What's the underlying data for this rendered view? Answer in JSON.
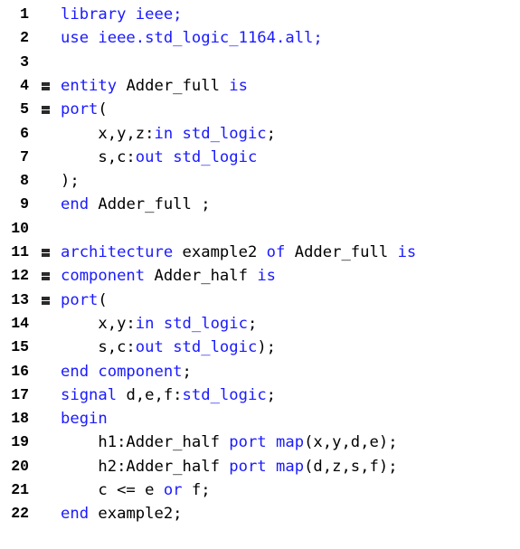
{
  "editor": {
    "language": "VHDL",
    "colors": {
      "keyword": "#1a1aff",
      "text": "#000000",
      "line_number": "#000000",
      "background": "#ffffff"
    },
    "lines": [
      {
        "number": "1",
        "fold": false,
        "tokens": [
          {
            "k": "kw",
            "t": "library ieee;"
          }
        ]
      },
      {
        "number": "2",
        "fold": false,
        "tokens": [
          {
            "k": "kw",
            "t": "use ieee.std_logic_1164.all;"
          }
        ]
      },
      {
        "number": "3",
        "fold": false,
        "tokens": []
      },
      {
        "number": "4",
        "fold": true,
        "tokens": [
          {
            "k": "kw",
            "t": "entity"
          },
          {
            "k": "tx",
            "t": " Adder_full "
          },
          {
            "k": "kw",
            "t": "is"
          }
        ]
      },
      {
        "number": "5",
        "fold": true,
        "tokens": [
          {
            "k": "kw",
            "t": "port"
          },
          {
            "k": "tx",
            "t": "("
          }
        ]
      },
      {
        "number": "6",
        "fold": false,
        "tokens": [
          {
            "k": "tx",
            "t": "    x,y,z:"
          },
          {
            "k": "kw",
            "t": "in std_logic"
          },
          {
            "k": "tx",
            "t": ";"
          }
        ]
      },
      {
        "number": "7",
        "fold": false,
        "tokens": [
          {
            "k": "tx",
            "t": "    s,c:"
          },
          {
            "k": "kw",
            "t": "out std_logic"
          }
        ]
      },
      {
        "number": "8",
        "fold": false,
        "tokens": [
          {
            "k": "tx",
            "t": ");"
          }
        ]
      },
      {
        "number": "9",
        "fold": false,
        "tokens": [
          {
            "k": "kw",
            "t": "end"
          },
          {
            "k": "tx",
            "t": " Adder_full ;"
          }
        ]
      },
      {
        "number": "10",
        "fold": false,
        "tokens": []
      },
      {
        "number": "11",
        "fold": true,
        "tokens": [
          {
            "k": "kw",
            "t": "architecture"
          },
          {
            "k": "tx",
            "t": " example2 "
          },
          {
            "k": "kw",
            "t": "of"
          },
          {
            "k": "tx",
            "t": " Adder_full "
          },
          {
            "k": "kw",
            "t": "is"
          }
        ]
      },
      {
        "number": "12",
        "fold": true,
        "tokens": [
          {
            "k": "kw",
            "t": "component"
          },
          {
            "k": "tx",
            "t": " Adder_half "
          },
          {
            "k": "kw",
            "t": "is"
          }
        ]
      },
      {
        "number": "13",
        "fold": true,
        "tokens": [
          {
            "k": "kw",
            "t": "port"
          },
          {
            "k": "tx",
            "t": "("
          }
        ]
      },
      {
        "number": "14",
        "fold": false,
        "tokens": [
          {
            "k": "tx",
            "t": "    x,y:"
          },
          {
            "k": "kw",
            "t": "in std_logic"
          },
          {
            "k": "tx",
            "t": ";"
          }
        ]
      },
      {
        "number": "15",
        "fold": false,
        "tokens": [
          {
            "k": "tx",
            "t": "    s,c:"
          },
          {
            "k": "kw",
            "t": "out std_logic"
          },
          {
            "k": "tx",
            "t": ");"
          }
        ]
      },
      {
        "number": "16",
        "fold": false,
        "tokens": [
          {
            "k": "kw",
            "t": "end component"
          },
          {
            "k": "tx",
            "t": ";"
          }
        ]
      },
      {
        "number": "17",
        "fold": false,
        "tokens": [
          {
            "k": "kw",
            "t": "signal"
          },
          {
            "k": "tx",
            "t": " d,e,f:"
          },
          {
            "k": "kw",
            "t": "std_logic"
          },
          {
            "k": "tx",
            "t": ";"
          }
        ]
      },
      {
        "number": "18",
        "fold": false,
        "tokens": [
          {
            "k": "kw",
            "t": "begin"
          }
        ]
      },
      {
        "number": "19",
        "fold": false,
        "tokens": [
          {
            "k": "tx",
            "t": "    h1:Adder_half "
          },
          {
            "k": "kw",
            "t": "port map"
          },
          {
            "k": "tx",
            "t": "(x,y,d,e);"
          }
        ]
      },
      {
        "number": "20",
        "fold": false,
        "tokens": [
          {
            "k": "tx",
            "t": "    h2:Adder_half "
          },
          {
            "k": "kw",
            "t": "port map"
          },
          {
            "k": "tx",
            "t": "(d,z,s,f);"
          }
        ]
      },
      {
        "number": "21",
        "fold": false,
        "tokens": [
          {
            "k": "tx",
            "t": "    c <= e "
          },
          {
            "k": "kw",
            "t": "or"
          },
          {
            "k": "tx",
            "t": " f;"
          }
        ]
      },
      {
        "number": "22",
        "fold": false,
        "tokens": [
          {
            "k": "kw",
            "t": "end"
          },
          {
            "k": "tx",
            "t": " example2;"
          }
        ]
      }
    ]
  }
}
